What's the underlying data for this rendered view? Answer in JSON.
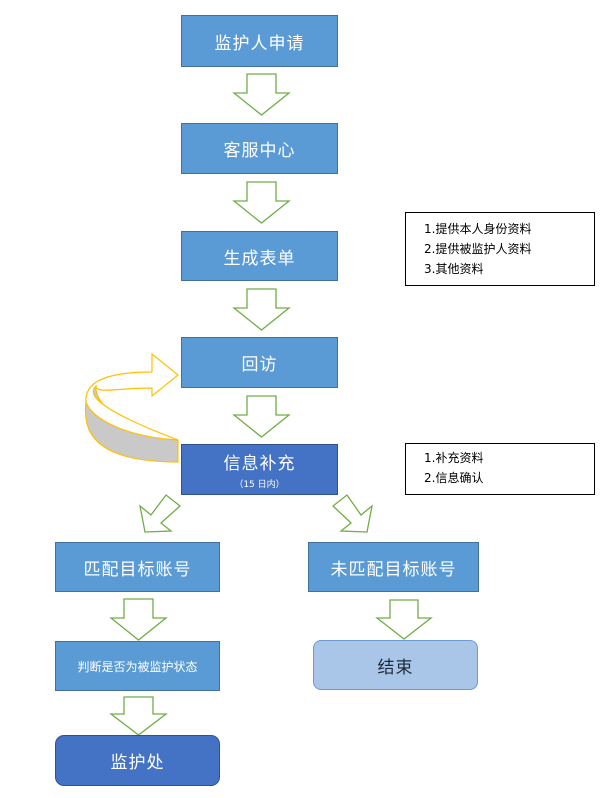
{
  "nodes": {
    "apply": "监护人申请",
    "service": "客服中心",
    "form": "生成表单",
    "callback": "回访",
    "supplement": "信息补充",
    "supplement_sub": "（15 日内）",
    "matched": "匹配目标账号",
    "unmatched": "未匹配目标账号",
    "judge": "判断是否为被监护状态",
    "end": "结束",
    "guardian": "监护处"
  },
  "notes": {
    "form_materials": [
      "1.提供本人身份资料",
      "2.提供被监护人资料",
      "3.其他资料"
    ],
    "supplement_items": [
      "1.补充资料",
      "2.信息确认"
    ]
  },
  "colors": {
    "box_fill": "#5b9bd5",
    "box_dark_fill": "#4472c4",
    "end_fill": "#a9c5e8",
    "arrow_outline": "#70ad47",
    "loop_outline": "#ffc000",
    "loop_shade": "#c9c9c9"
  }
}
